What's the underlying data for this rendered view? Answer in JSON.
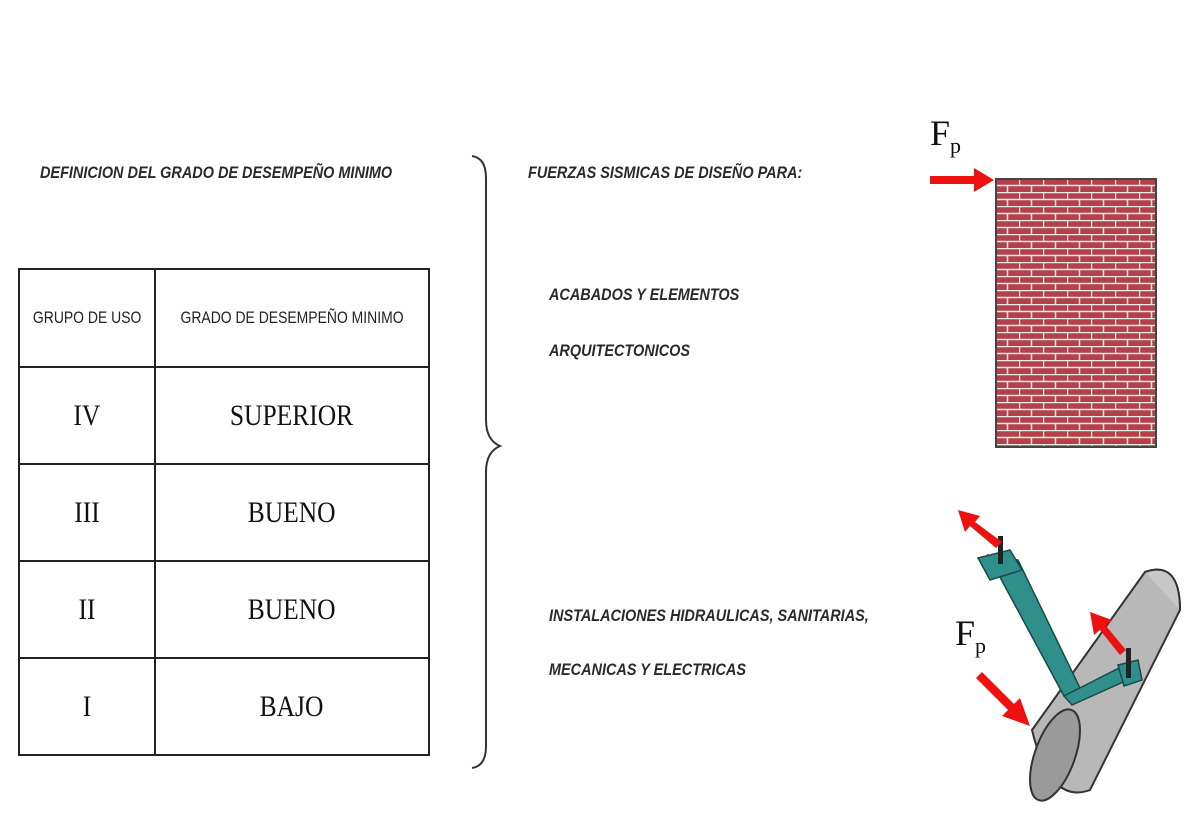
{
  "left_title": "DEFINICION DEL GRADO DE DESEMPEÑO MINIMO",
  "right_title": "FUERZAS SISMICAS DE DISEÑO PARA:",
  "table": {
    "headers": [
      "GRUPO DE USO",
      "GRADO DE DESEMPEÑO MINIMO"
    ],
    "rows": [
      {
        "grupo": "IV",
        "grado": "SUPERIOR"
      },
      {
        "grupo": "III",
        "grado": "BUENO"
      },
      {
        "grupo": "II",
        "grado": "BUENO"
      },
      {
        "grupo": "I",
        "grado": "BAJO"
      }
    ]
  },
  "items": [
    {
      "line1": "ACABADOS Y ELEMENTOS",
      "line2": "ARQUITECTONICOS"
    },
    {
      "line1": "INSTALACIONES HIDRAULICAS, SANITARIAS,",
      "line2": "MECANICAS Y ELECTRICAS"
    }
  ],
  "force_label": {
    "main": "F",
    "sub": "p"
  },
  "colors": {
    "arrow": "#ee1111",
    "brick": "#b5404a",
    "mortar": "#e8e8e8",
    "bracket": "#2f8f8a",
    "pipe": "#b8b8b8"
  }
}
